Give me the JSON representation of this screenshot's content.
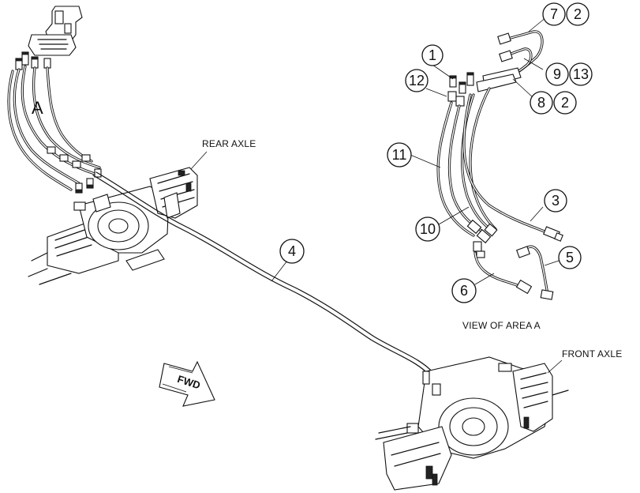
{
  "labels": {
    "rear_axle": "REAR AXLE",
    "front_axle": "FRONT AXLE",
    "view_of_area": "VIEW OF AREA A",
    "area_letter": "A",
    "fwd": "FWD"
  },
  "callouts": [
    {
      "id": "c1",
      "text": "1"
    },
    {
      "id": "c12",
      "text": "12"
    },
    {
      "id": "c7",
      "text": "7"
    },
    {
      "id": "c2a",
      "text": "2"
    },
    {
      "id": "c9",
      "text": "9"
    },
    {
      "id": "c13",
      "text": "13"
    },
    {
      "id": "c8",
      "text": "8"
    },
    {
      "id": "c2b",
      "text": "2"
    },
    {
      "id": "c11",
      "text": "11"
    },
    {
      "id": "c3",
      "text": "3"
    },
    {
      "id": "c10",
      "text": "10"
    },
    {
      "id": "c5",
      "text": "5"
    },
    {
      "id": "c6",
      "text": "6"
    },
    {
      "id": "c4",
      "text": "4"
    }
  ]
}
